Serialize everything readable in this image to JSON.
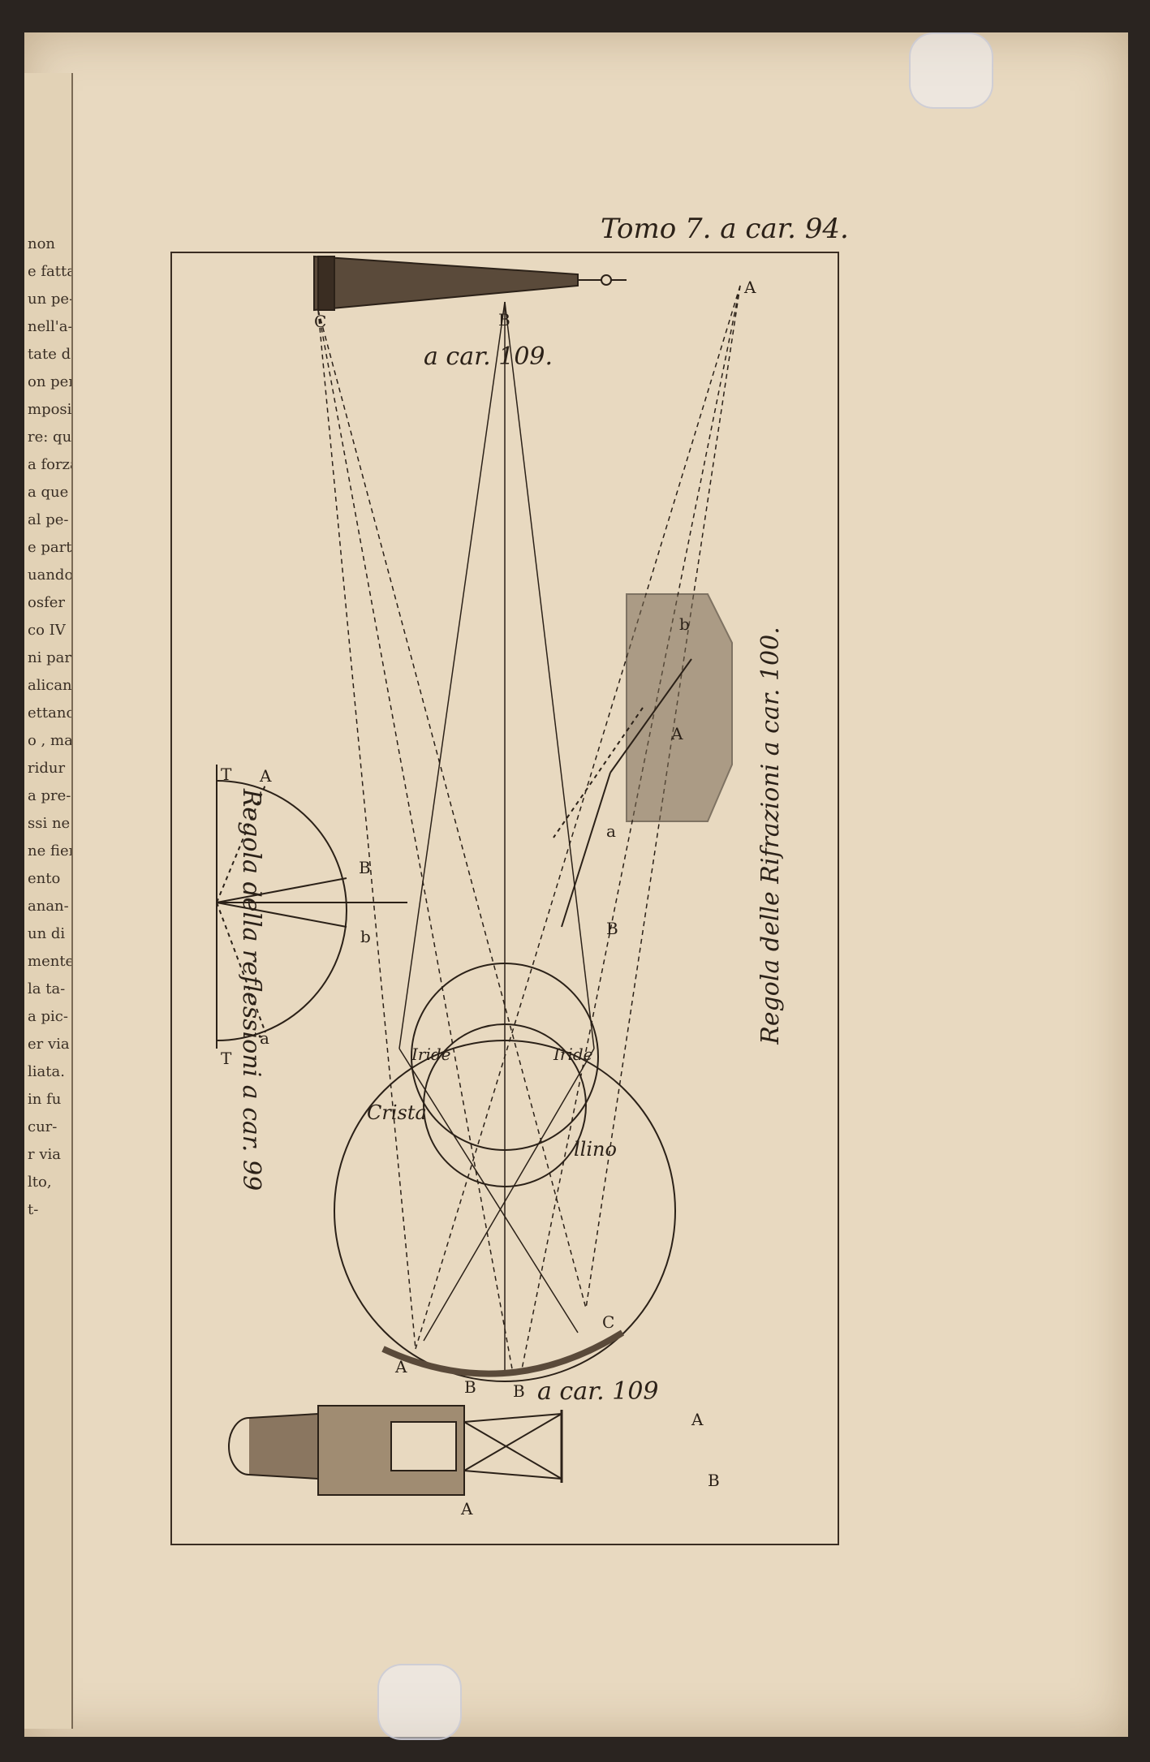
{
  "header": {
    "plate_ref": "Tomo 7. a car. 94."
  },
  "figure_telescope_top": {
    "caption": "a car. 109.",
    "point_labels": [
      "A",
      "B",
      "C"
    ]
  },
  "figure_reflection": {
    "caption": "Regola della reflessioni a car. 99",
    "point_labels": [
      "T",
      "A",
      "B",
      "b",
      "a",
      "T"
    ]
  },
  "figure_refraction": {
    "caption": "Regola delle Rifrazioni a car. 100.",
    "point_labels": [
      "b",
      "A",
      "a",
      "B"
    ]
  },
  "figure_eye": {
    "labels": [
      "Iride",
      "Iride",
      "Crista",
      "llino"
    ],
    "point_labels": [
      "A",
      "B",
      "C"
    ]
  },
  "figure_telescope_bottom": {
    "caption": "a car. 109",
    "point_labels": [
      "B",
      "A",
      "A",
      "B"
    ]
  },
  "left_page_fragments": [
    "non",
    "e fatta",
    "un pe-",
    "nell'a-",
    "tate d",
    "on per",
    "mposi",
    "re: que",
    "a forza",
    "a que",
    "al pe-",
    "e part",
    "uando",
    "osfer",
    "co IV",
    "ni par",
    "alican",
    "ettano",
    "o , ma",
    "ridur",
    "a pre-",
    "ssi ne",
    "ne fien",
    "ento",
    "anan-",
    "un di",
    "mente",
    "la ta-",
    "a pic-",
    "er via",
    "liata.",
    "in fu",
    "cur-",
    "r via",
    "lto,",
    "t-"
  ]
}
